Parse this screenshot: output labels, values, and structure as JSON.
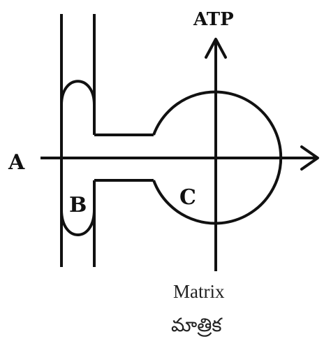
{
  "labels": {
    "a": "A",
    "b": "B",
    "c": "C",
    "atp": "ATP",
    "matrix": "Matrix",
    "matrix_telugu": "మాత్రిక"
  },
  "colors": {
    "ink": "#111111",
    "background": "#ffffff"
  }
}
